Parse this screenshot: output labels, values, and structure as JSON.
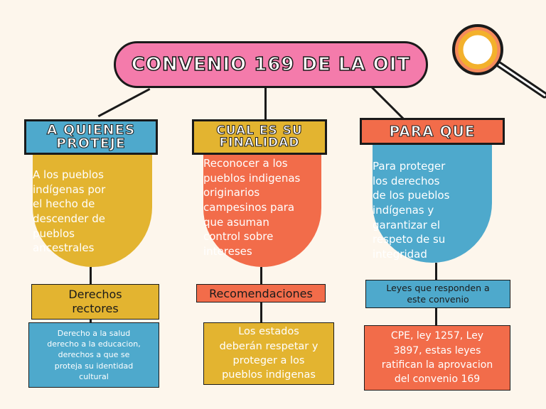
{
  "title": "CONVENIO 169 DE LA OIT",
  "columns": [
    {
      "heading_lines": [
        "A QUIENES",
        "PROTEJE"
      ],
      "body": [
        "A los pueblos",
        "indígenas por",
        "el hecho de",
        "descender de",
        "pueblos",
        "ancestrales"
      ],
      "sub": [
        "Derechos",
        "rectores"
      ],
      "detail": [
        "Derecho a la salud",
        "derecho a la educacion,",
        "derechos a que se",
        "proteja su identidad",
        "cultural"
      ]
    },
    {
      "heading_lines": [
        "CUAL ES SU",
        "FINALIDAD"
      ],
      "body": [
        "Reconocer a los",
        "pueblos indigenas",
        "originarios",
        "campesinos para",
        "que asuman",
        "control sobre",
        "intereses"
      ],
      "sub": [
        "Recomendaciones"
      ],
      "detail": [
        "Los estados",
        "deberán respetar y",
        "proteger a los",
        "pueblos indigenas"
      ]
    },
    {
      "heading_lines": [
        "PARA QUE"
      ],
      "body": [
        "Para proteger",
        "los derechos",
        "de los pueblos",
        "indígenas y",
        "garantizar el",
        "respeto de su",
        "integridad"
      ],
      "sub": [
        "Leyes que responden a",
        "este convenio"
      ],
      "detail": [
        "CPE, ley 1257, Ley",
        "3897, estas leyes",
        "ratifican la aprovacion",
        "del convenio 169"
      ]
    }
  ],
  "colors": {
    "pink": "#f47bab",
    "blue": "#4ea9cc",
    "yellow": "#e3b430",
    "orange": "#f26c4a",
    "lens": "#f58a5c"
  },
  "icons": [
    "magnifying-glass-icon"
  ]
}
